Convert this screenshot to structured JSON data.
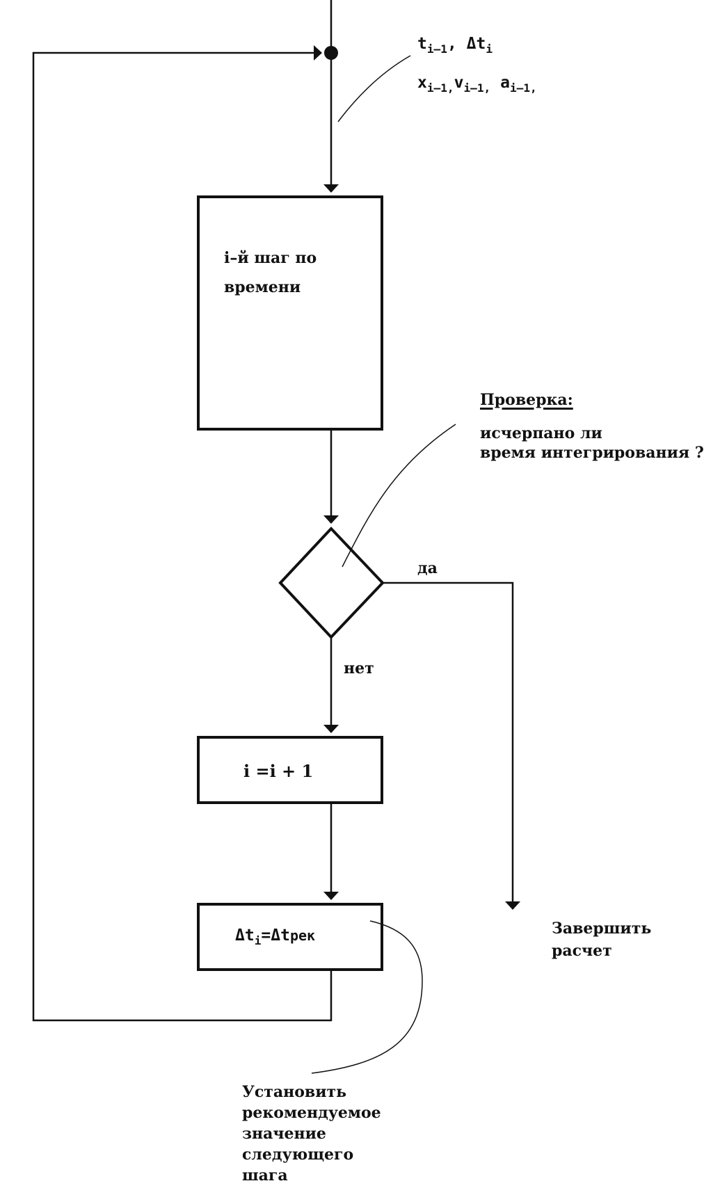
{
  "input_params": {
    "line1": {
      "t": "t",
      "t_sub": "i–1",
      "comma": ",",
      "dt": "Δt",
      "dt_sub": "i"
    },
    "line2": {
      "x": "x",
      "x_sub": "i–1,",
      "v": "v",
      "v_sub": "i–1,",
      "a": "a",
      "a_sub": "i–1,"
    }
  },
  "step_block": {
    "line1": "i–й шаг по",
    "line2": "времени"
  },
  "check_note": {
    "title": "Проверка:",
    "line1": "исчерпано ли",
    "line2": "время интегрирования ?"
  },
  "decision": {
    "yes": "да",
    "no": "нет"
  },
  "increment_block": {
    "text": "i =i + 1"
  },
  "step_set_block": {
    "dt": "Δt",
    "sub_i": "i",
    "eq": "=",
    "dt_rec": "Δt",
    "rec_sub": "рек"
  },
  "finish_note": {
    "line1": "Завершить",
    "line2": "расчет"
  },
  "recommend_note": {
    "line1": "Установить",
    "line2": "рекомендуемое",
    "line3": "значение",
    "line4": "следующего",
    "line5": "шага"
  },
  "colors": {
    "stroke": "#111111",
    "background": "#ffffff"
  }
}
